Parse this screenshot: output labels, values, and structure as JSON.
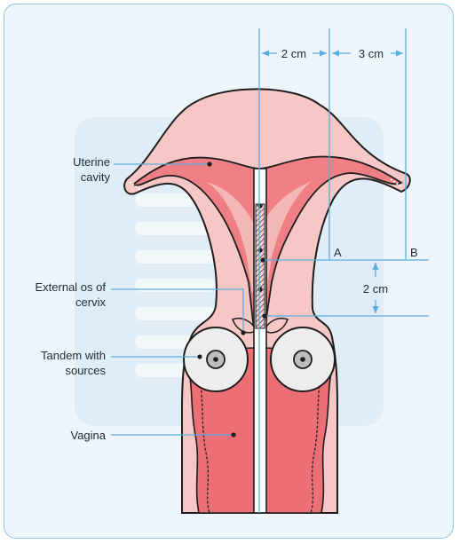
{
  "labels": {
    "uterine_cavity": [
      "Uterine",
      "cavity"
    ],
    "external_os": [
      "External os of",
      "cervix"
    ],
    "tandem": [
      "Tandem with",
      "sources"
    ],
    "vagina": "Vagina"
  },
  "points": {
    "a": "A",
    "b": "B"
  },
  "dimensions": {
    "top_left": "2 cm",
    "top_right": "3 cm",
    "side": "2 cm"
  },
  "colors": {
    "frame_border": "#8cc3e6",
    "background": "#eef6fb",
    "tissue": "#f6c7c5",
    "tissue_light": "#fbdcda",
    "cavity": "#ef7f84",
    "vagina": "#ec6f76",
    "outline": "#1e1e1e",
    "dimension_line": "#5aaee0"
  }
}
